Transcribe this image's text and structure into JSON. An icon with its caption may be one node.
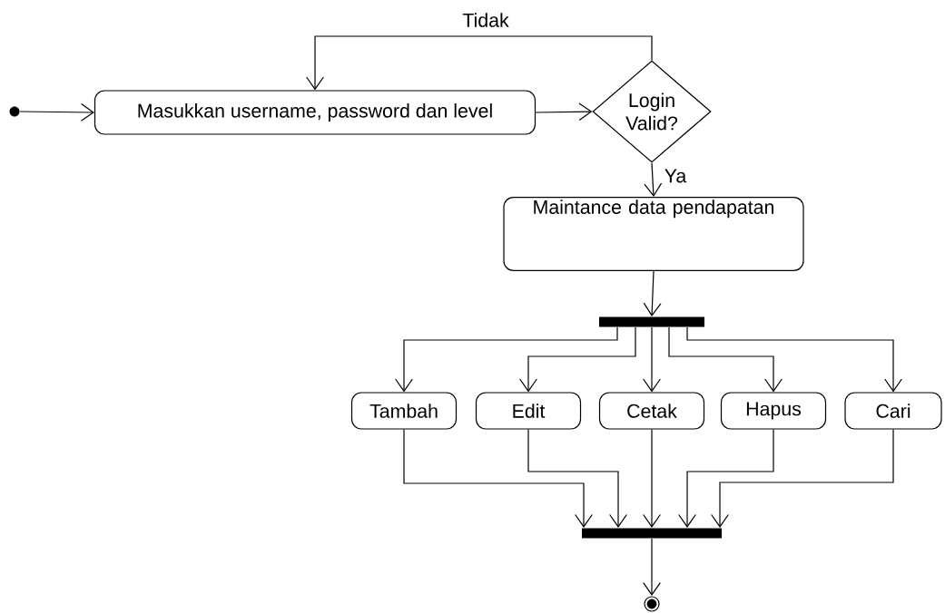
{
  "diagram": {
    "nodes": [
      {
        "text": [],
        "shape": "circle"
      },
      {
        "text": [
          "Masukkan username, password dan level"
        ]
      },
      {
        "text": [
          "Login Valid?"
        ]
      },
      {
        "text": [
          "Maintance data pendapatan"
        ]
      },
      {
        "text": [],
        "shape": "bar"
      },
      {
        "text": [
          "Tambah"
        ]
      },
      {
        "text": [
          "Edit"
        ]
      },
      {
        "text": [
          "Cetak"
        ]
      },
      {
        "text": [
          "Hapus"
        ]
      },
      {
        "text": [
          "Cari"
        ]
      },
      {
        "text": [],
        "shape": "bar"
      },
      {
        "text": [],
        "shape": "circle"
      }
    ],
    "edges": [
      {
        "from": 0,
        "to": 1,
        "arrow": "to"
      },
      {
        "from": 1,
        "to": 2,
        "arrow": "to"
      },
      {
        "from": 2,
        "to": 1,
        "arrow": "to",
        "label": "Tidak"
      },
      {
        "from": 2,
        "to": 3,
        "arrow": "to",
        "label": "Ya"
      },
      {
        "from": 3,
        "to": 4,
        "arrow": "to"
      },
      {
        "from": 4,
        "to": 5,
        "arrow": "to"
      },
      {
        "from": 4,
        "to": 6,
        "arrow": "to"
      },
      {
        "from": 4,
        "to": 7,
        "arrow": "to"
      },
      {
        "from": 4,
        "to": 8,
        "arrow": "to"
      },
      {
        "from": 4,
        "to": 9,
        "arrow": "to"
      },
      {
        "from": 5,
        "to": 10,
        "arrow": "to"
      },
      {
        "from": 6,
        "to": 10,
        "arrow": "to"
      },
      {
        "from": 7,
        "to": 10,
        "arrow": "to"
      },
      {
        "from": 8,
        "to": 10,
        "arrow": "to"
      },
      {
        "from": 9,
        "to": 10,
        "arrow": "to"
      },
      {
        "from": 10,
        "to": 11,
        "arrow": "to"
      }
    ]
  }
}
